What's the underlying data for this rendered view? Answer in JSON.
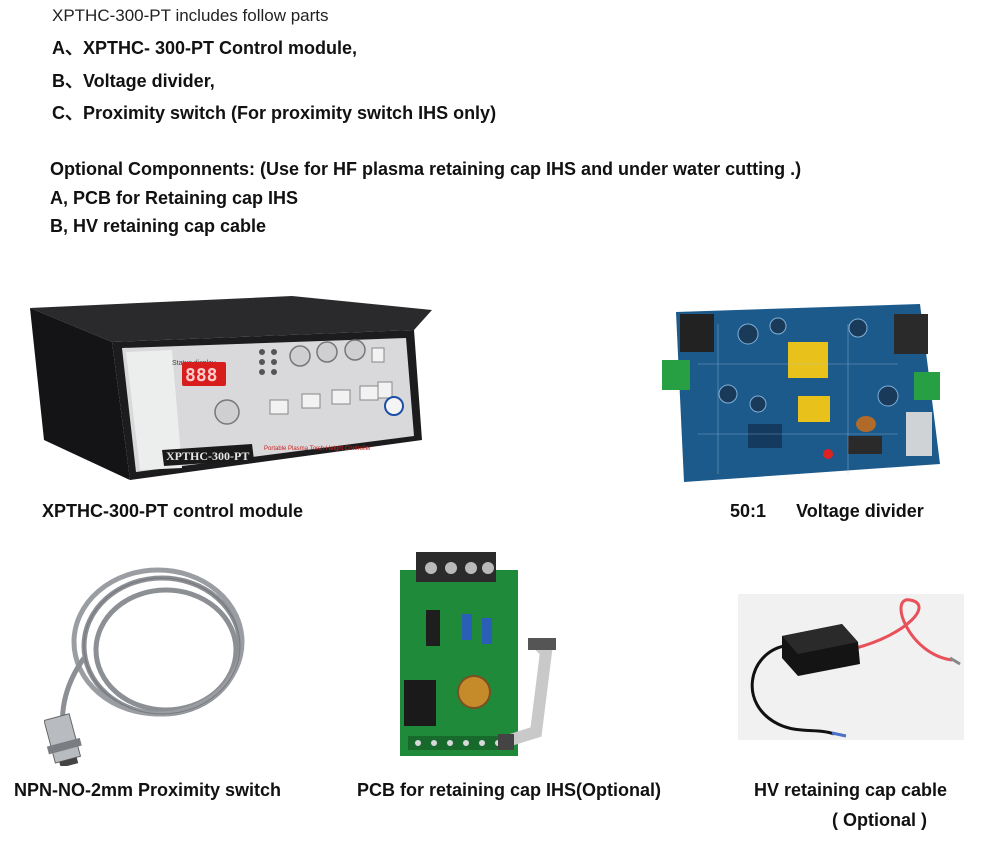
{
  "intro": "XPTHC-300-PT includes follow parts",
  "parts": [
    "A、XPTHC- 300-PT Control module,",
    "B、Voltage divider,",
    "C、Proximity switch (For proximity switch IHS only)"
  ],
  "optional": {
    "heading": "Optional Componnents: (Use for HF plasma retaining cap IHS and under water cutting .)",
    "items": [
      "A, PCB for Retaining cap IHS",
      "B, HV retaining cap cable"
    ]
  },
  "photos": {
    "control_module": {
      "caption": "XPTHC-300-PT control module",
      "panel_label": "XPTHC-300-PT",
      "display_title": "Status display",
      "digits": "888",
      "sub_label": "Portable Plasma Torch Height Controller",
      "icon": "control-module-photo"
    },
    "voltage_divider": {
      "caption_ratio": "50:1",
      "caption_name": "Voltage divider",
      "icon": "pcb-board-photo"
    },
    "proximity_switch": {
      "caption": "NPN-NO-2mm Proximity switch",
      "icon": "coiled-cable-sensor-photo"
    },
    "pcb_retaining": {
      "caption": "PCB for retaining cap IHS(Optional)",
      "icon": "green-pcb-photo"
    },
    "hv_cable": {
      "caption_line1": "HV retaining cap cable",
      "caption_line2": "( Optional )",
      "icon": "hv-cable-photo"
    }
  },
  "colors": {
    "module_body": "#1c1c1e",
    "panel_face": "#d9d9db",
    "display_red": "#d81d1d",
    "pcb_blue": "#1d5a8c",
    "pcb_green": "#1f8a3a",
    "cable_grey": "#8c8f94",
    "cable_red": "#e8505a"
  }
}
